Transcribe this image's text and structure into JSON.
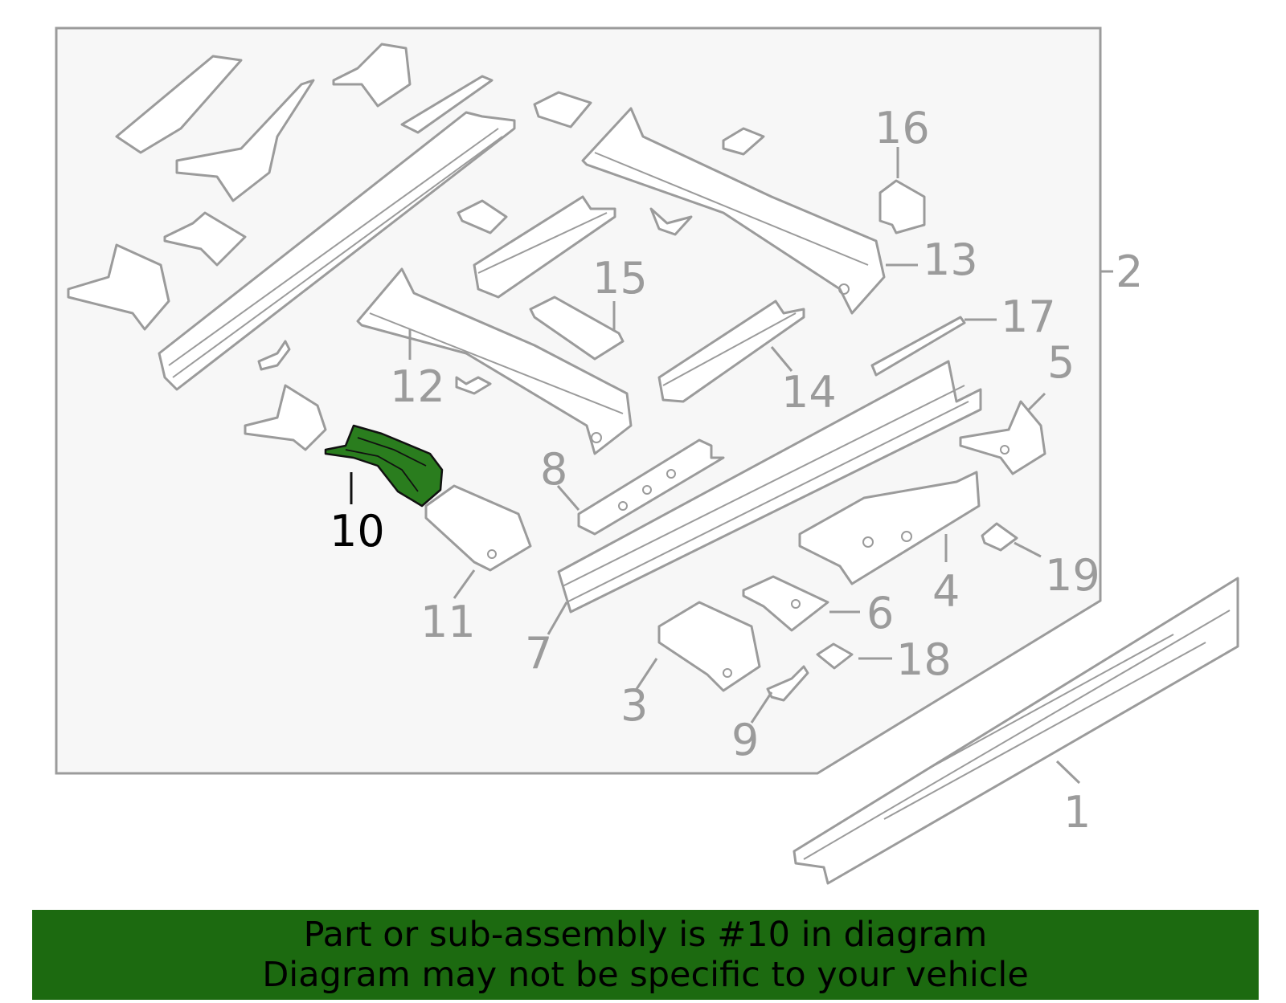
{
  "diagram": {
    "highlighted_part": "10",
    "callouts": [
      {
        "id": "c1",
        "label": "1"
      },
      {
        "id": "c2",
        "label": "2"
      },
      {
        "id": "c3",
        "label": "3"
      },
      {
        "id": "c4",
        "label": "4"
      },
      {
        "id": "c5",
        "label": "5"
      },
      {
        "id": "c6",
        "label": "6"
      },
      {
        "id": "c7",
        "label": "7"
      },
      {
        "id": "c8",
        "label": "8"
      },
      {
        "id": "c9",
        "label": "9"
      },
      {
        "id": "c10",
        "label": "10"
      },
      {
        "id": "c11",
        "label": "11"
      },
      {
        "id": "c12",
        "label": "12"
      },
      {
        "id": "c13",
        "label": "13"
      },
      {
        "id": "c14",
        "label": "14"
      },
      {
        "id": "c15",
        "label": "15"
      },
      {
        "id": "c16",
        "label": "16"
      },
      {
        "id": "c17",
        "label": "17"
      },
      {
        "id": "c18",
        "label": "18"
      },
      {
        "id": "c19",
        "label": "19"
      }
    ],
    "colors": {
      "outline": "#9b9b9b",
      "highlight": "#2a7d1e",
      "banner": "#1c6a10",
      "panel_bg": "#f7f7f7"
    }
  },
  "banner": {
    "line1": "Part or sub-assembly is #10 in diagram",
    "line2": "Diagram may not be specific to your vehicle"
  }
}
